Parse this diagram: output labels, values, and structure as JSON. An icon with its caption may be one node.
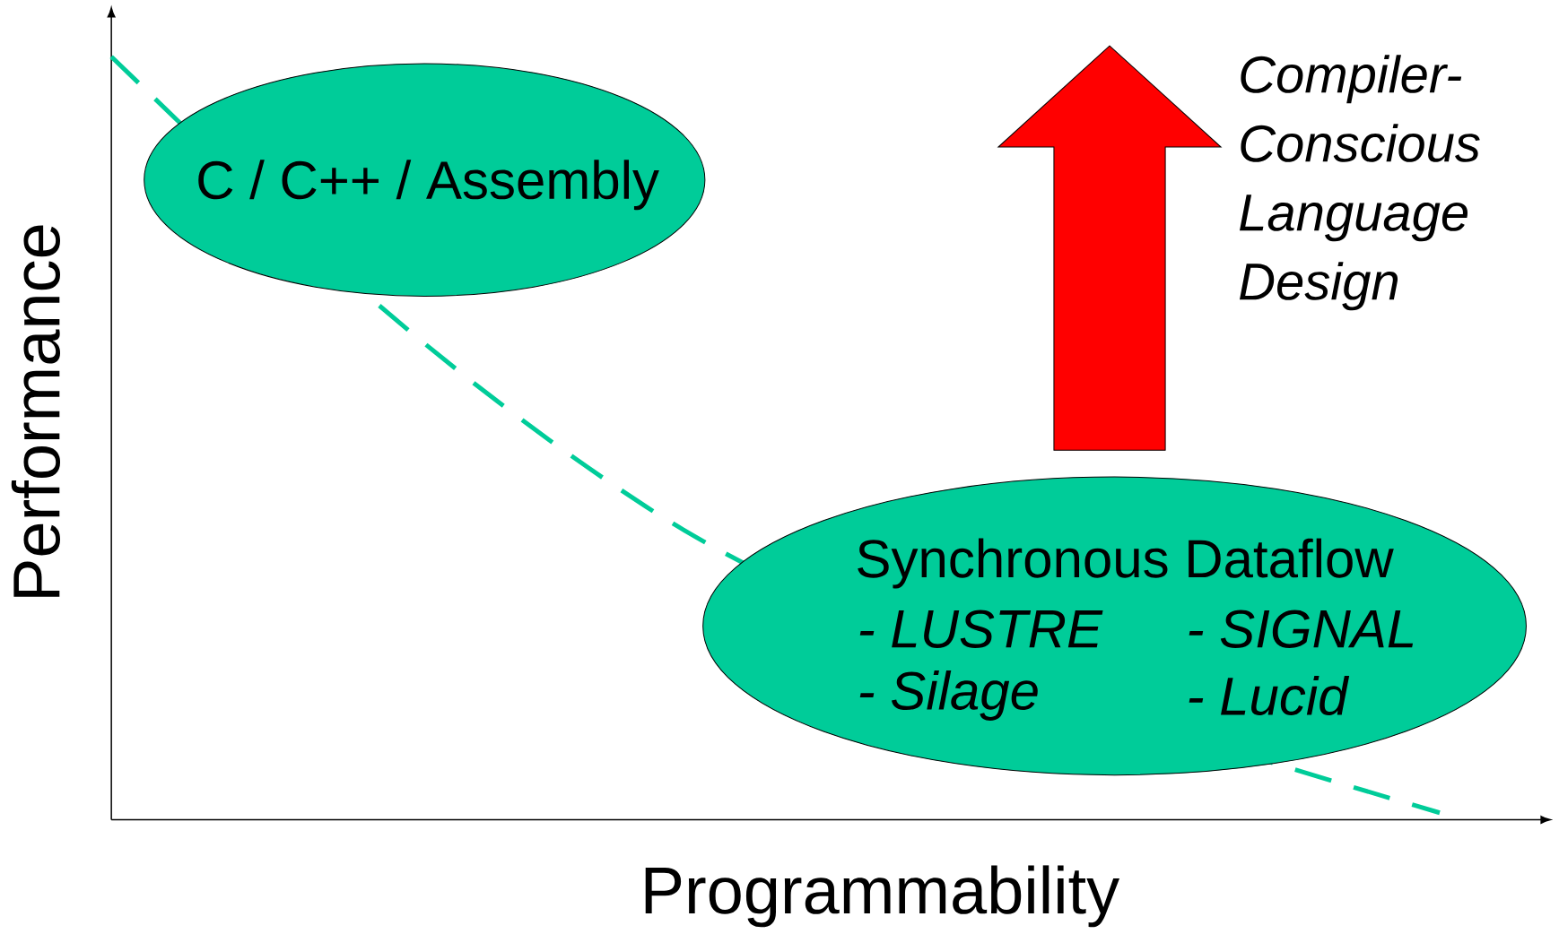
{
  "diagram": {
    "nodes": [
      {
        "text": [
          "C / C++ / Assembly"
        ]
      },
      {
        "text": [
          "Synchronous Dataflow",
          "- LUSTRE",
          "- SIGNAL",
          "- Silage",
          "- Lucid"
        ]
      }
    ],
    "labels": [
      "Compiler- Conscious Language Design",
      "Performance",
      "Programmability"
    ]
  }
}
